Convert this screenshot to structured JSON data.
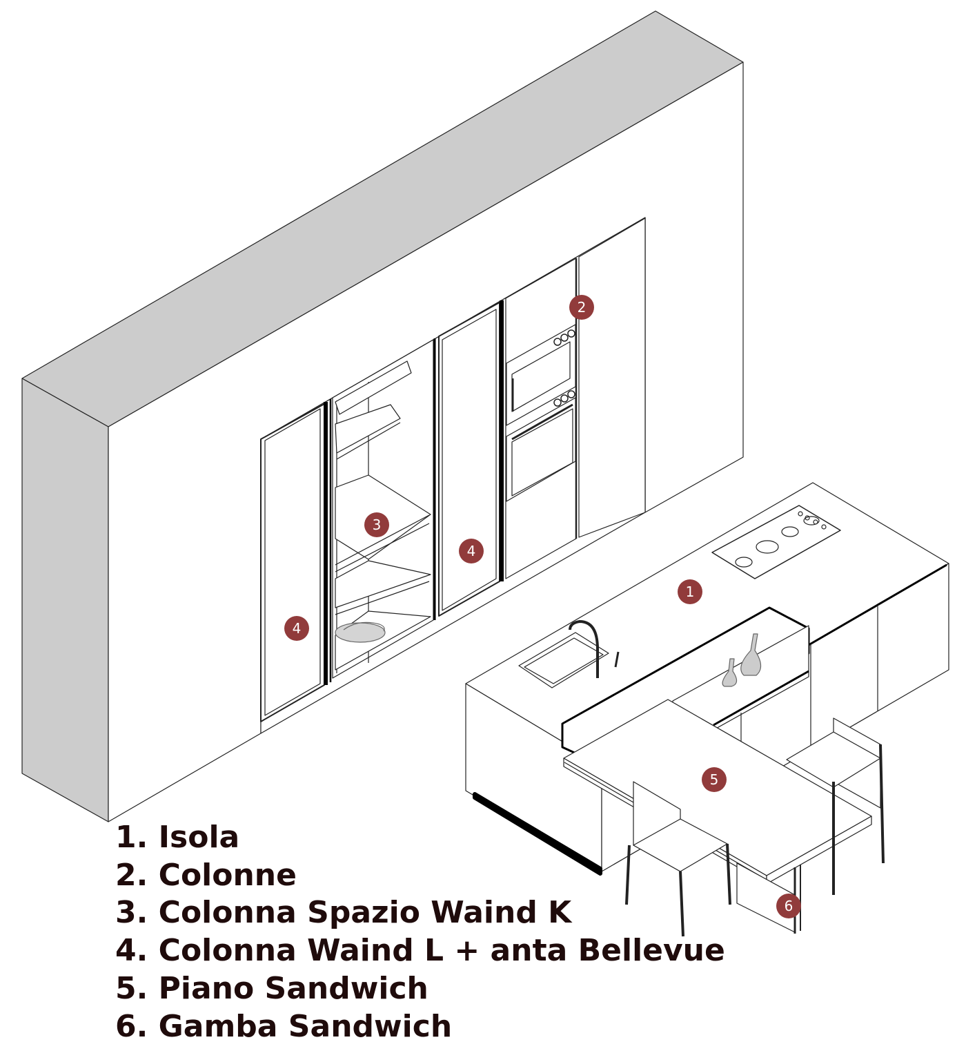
{
  "colors": {
    "marker": "#913b3b",
    "marker_text": "#ffffff",
    "legend_text": "#1f0b0b",
    "wall_shade": "#cccccc",
    "line": "#222222"
  },
  "markers": {
    "m1": "1",
    "m2": "2",
    "m3": "3",
    "m4a": "4",
    "m4b": "4",
    "m5": "5",
    "m6": "6"
  },
  "legend": [
    "1. Isola",
    "2. Colonne",
    "3. Colonna Spazio Waind K",
    "4. Colonna Waind L + anta Bellevue",
    "5. Piano Sandwich",
    "6. Gamba Sandwich"
  ]
}
